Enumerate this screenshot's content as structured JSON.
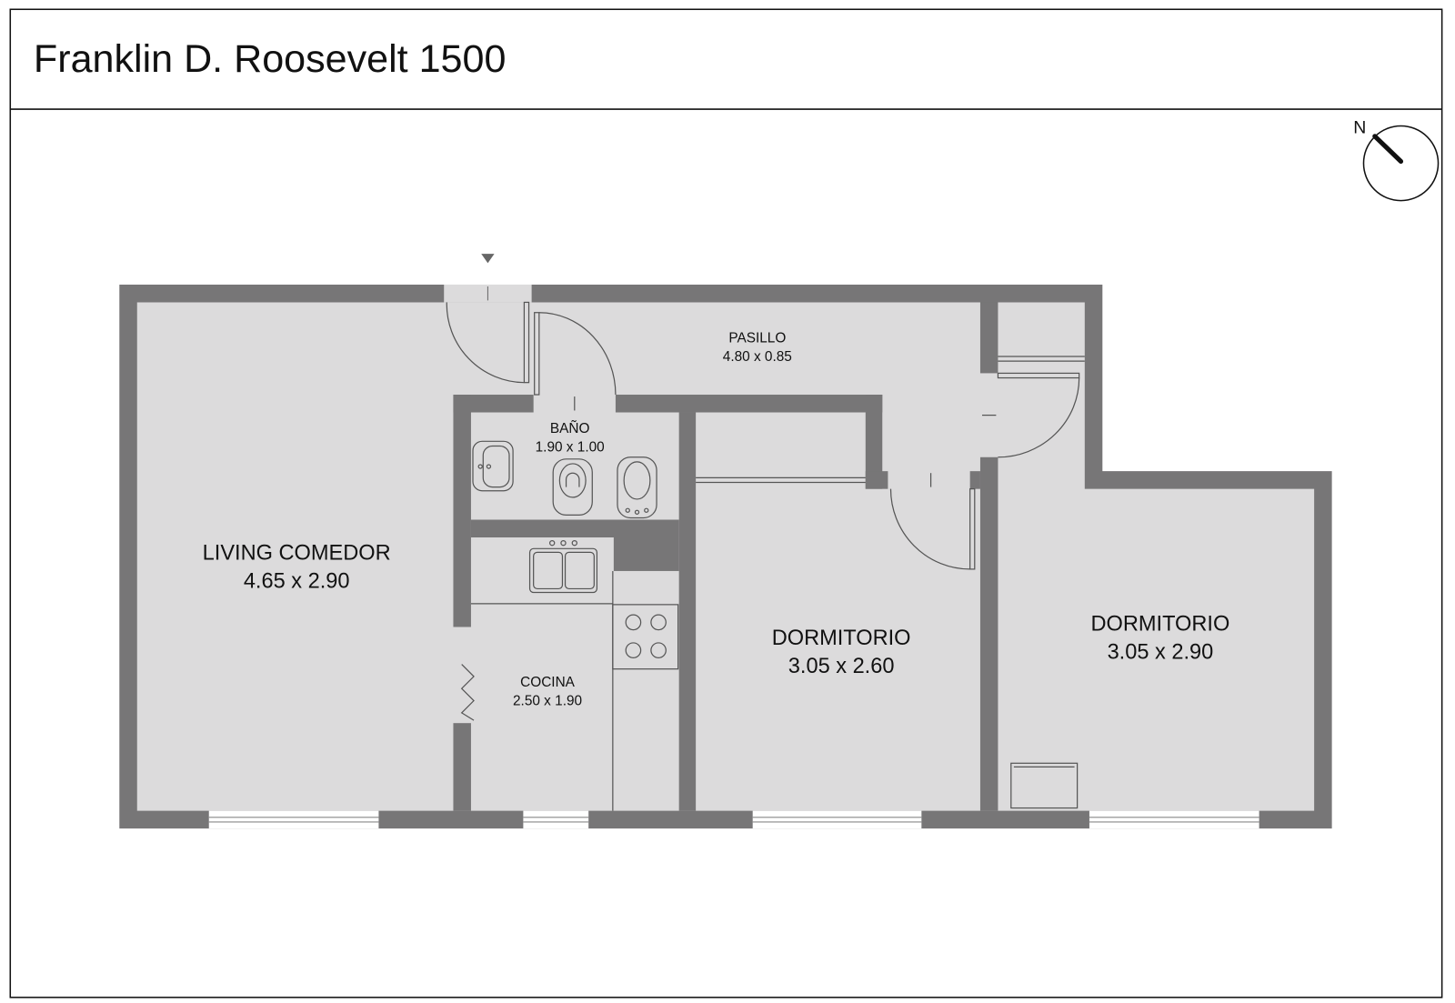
{
  "title": "Franklin D. Roosevelt 1500",
  "compass": {
    "label": "N"
  },
  "rooms": {
    "living": {
      "name": "LIVING COMEDOR",
      "size": "4.65 x 2.90"
    },
    "pasillo": {
      "name": "PASILLO",
      "size": "4.80 x 0.85"
    },
    "bano": {
      "name": "BAÑO",
      "size": "1.90 x 1.00"
    },
    "cocina": {
      "name": "COCINA",
      "size": "2.50 x 1.90"
    },
    "dormitorio1": {
      "name": "DORMITORIO",
      "size": "3.05 x 2.60"
    },
    "dormitorio2": {
      "name": "DORMITORIO",
      "size": "3.05 x 2.90"
    }
  },
  "colors": {
    "wall": "#777677",
    "floor": "#dcdbdc",
    "line": "#555555"
  }
}
